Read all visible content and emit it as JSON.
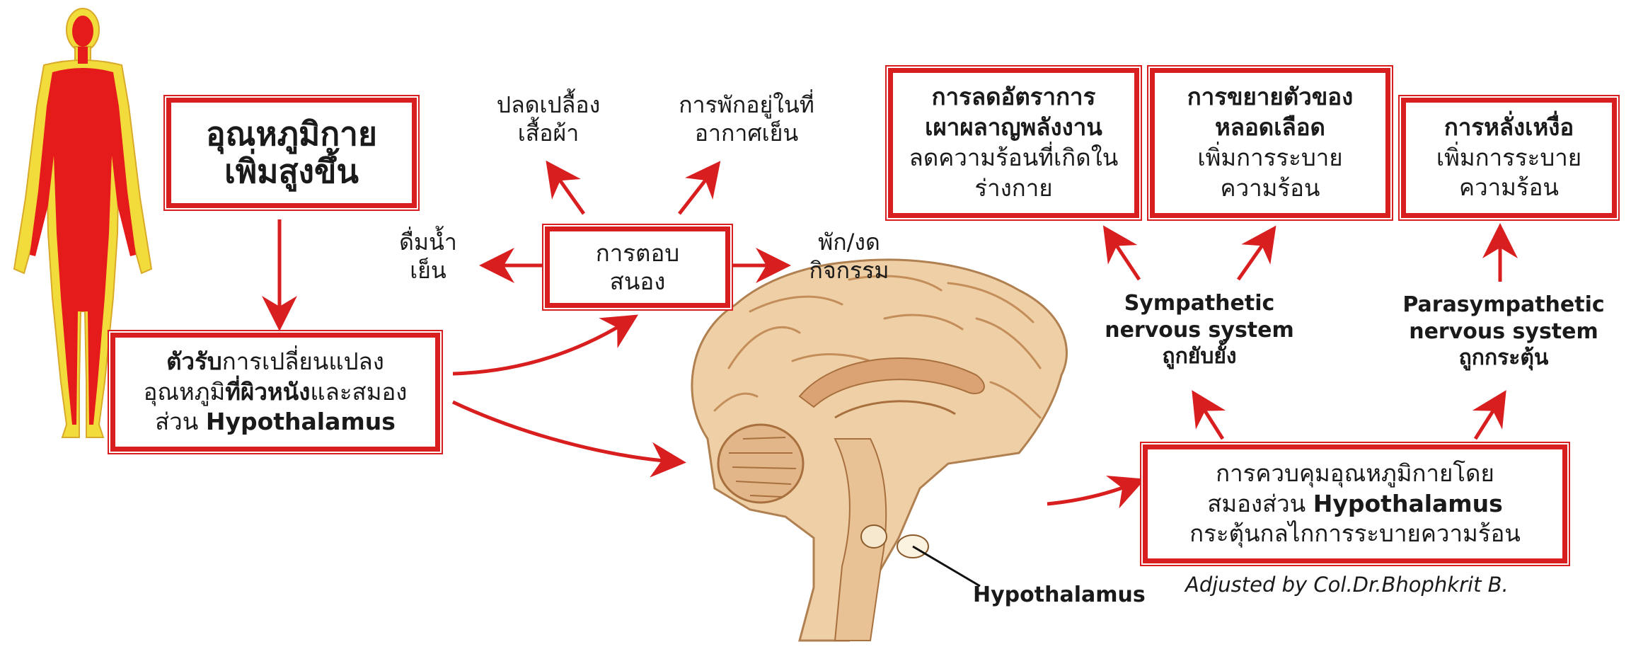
{
  "title_box": {
    "line1": "อุณหภูมิกาย",
    "line2": "เพิ่มสูงขึ้น"
  },
  "receptor_box": {
    "l1_bold": "ตัวรับ",
    "l1_rest": "การเปลี่ยนแปลง",
    "l2_start": "อุณหภูมิ",
    "l2_bold": "ที่ผิวหนัง",
    "l2_rest": "และสมอง",
    "l3_start": "ส่วน ",
    "l3_bold": "Hypothalamus"
  },
  "response_box": {
    "line1": "การตอบ",
    "line2": "สนอง"
  },
  "behaviors": {
    "clothes": {
      "line1": "ปลดเปลื้อง",
      "line2": "เสื้อผ้า"
    },
    "cool_place": {
      "line1": "การพักอยู่ในที่",
      "line2": "อากาศเย็น"
    },
    "cold_water": {
      "line1": "ดื่มน้ำ",
      "line2": "เย็น"
    },
    "rest": {
      "line1": "พัก/งด",
      "line2": "กิจกรรม"
    }
  },
  "effects": {
    "metabolism": {
      "bold1": "การลดอัตราการ",
      "bold2": "เผาผลาญพลังงาน",
      "line3": "ลดความร้อนที่เกิดใน",
      "line4": "ร่างกาย"
    },
    "vasodilation": {
      "bold1": "การขยายตัวของ",
      "bold2": "หลอดเลือด",
      "line3": "เพิ่มการระบาย",
      "line4": "ความร้อน"
    },
    "sweating": {
      "bold1": "การหลั่งเหงื่อ",
      "line2": "เพิ่มการระบาย",
      "line3": "ความร้อน"
    }
  },
  "nervous": {
    "sympathetic": {
      "line1": "Sympathetic",
      "line2": "nervous system",
      "line3": "ถูกยับยั้ง"
    },
    "parasympathetic": {
      "line1": "Parasympathetic",
      "line2": "nervous system",
      "line3": "ถูกกระตุ้น"
    }
  },
  "control_box": {
    "line1": "การควบคุมอุณหภูมิกายโดย",
    "l2_start": "สมองส่วน ",
    "l2_bold": "Hypothalamus",
    "line3": "กระตุ้นกลไกการระบายความร้อน"
  },
  "brain_label": "Hypothalamus",
  "credit": "Adjusted by Col.Dr.Bhophkrit B.",
  "colors": {
    "accent": "#d81e1e",
    "body_red": "#e51b1b",
    "body_yellow": "#f4e04a",
    "brain": "#efcfa6"
  }
}
